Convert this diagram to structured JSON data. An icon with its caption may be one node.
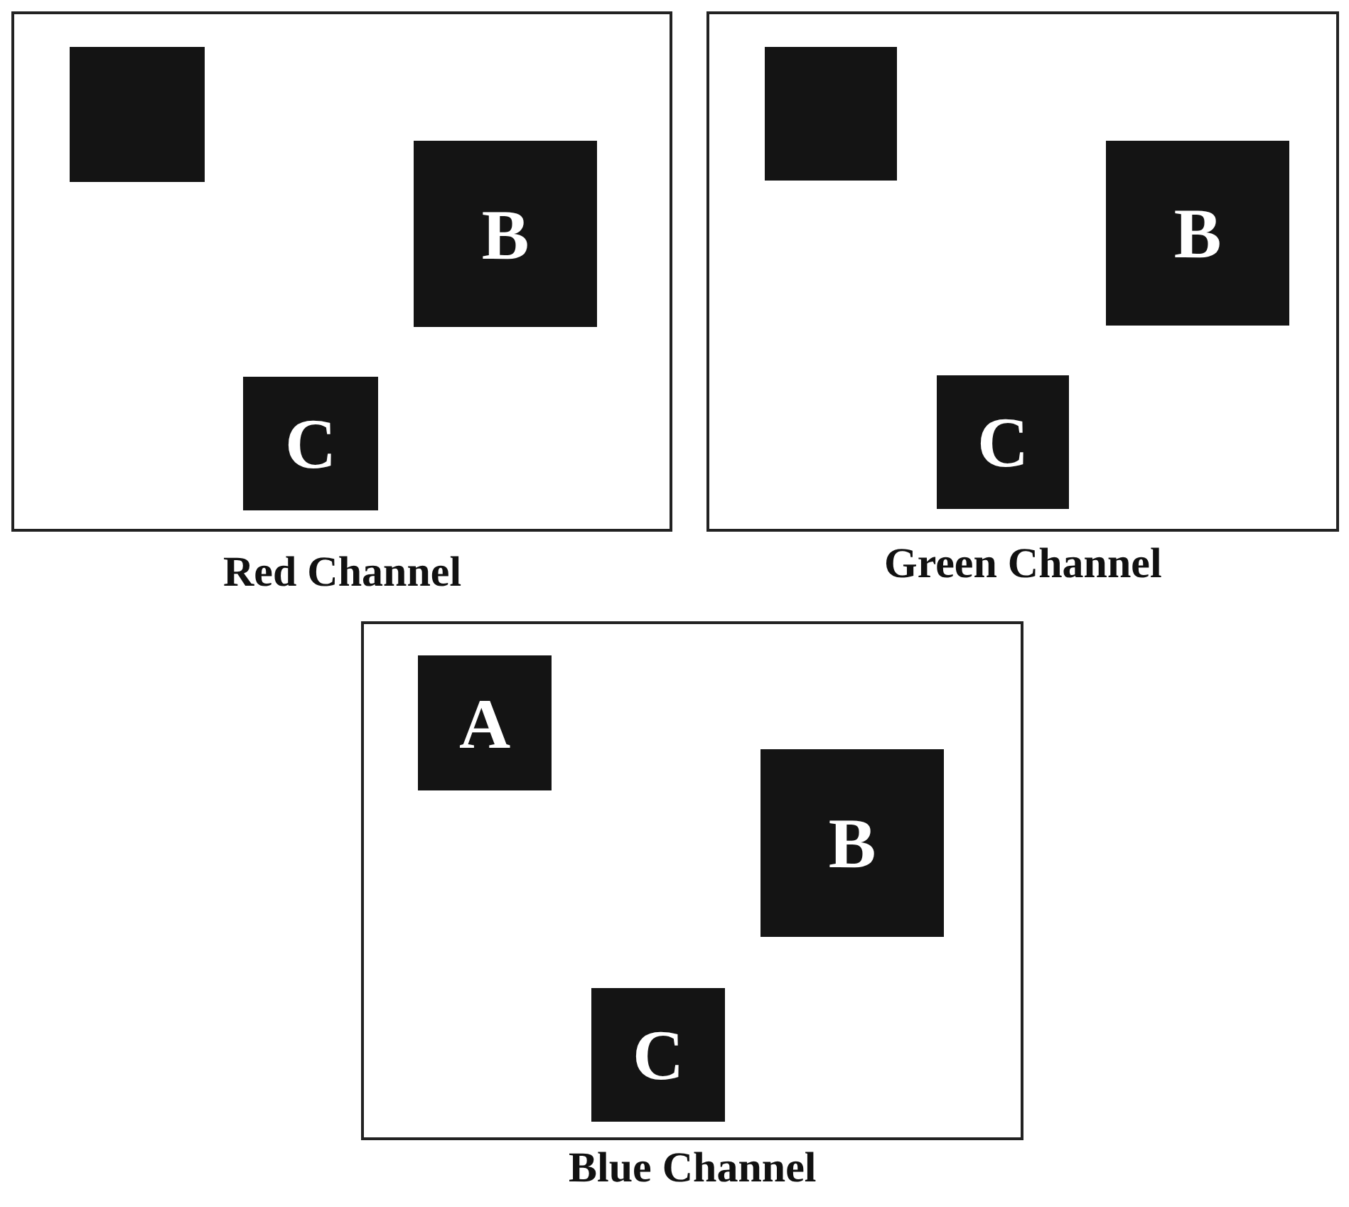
{
  "diagram": {
    "nodes": [
      {
        "text": [
          "Red Channel"
        ]
      },
      {
        "text": [],
        "shape": "box",
        "in": 0
      },
      {
        "text": [
          "B"
        ],
        "in": 0
      },
      {
        "text": [
          "C"
        ],
        "in": 0
      },
      {
        "text": [
          "Green Channel"
        ]
      },
      {
        "text": [],
        "shape": "box",
        "in": 4
      },
      {
        "text": [
          "B"
        ],
        "in": 4
      },
      {
        "text": [
          "C"
        ],
        "in": 4
      },
      {
        "text": [
          "Blue Channel"
        ]
      },
      {
        "text": [
          "A"
        ],
        "in": 8
      },
      {
        "text": [
          "B"
        ],
        "in": 8
      },
      {
        "text": [
          "C"
        ],
        "in": 8
      }
    ],
    "edges": []
  }
}
